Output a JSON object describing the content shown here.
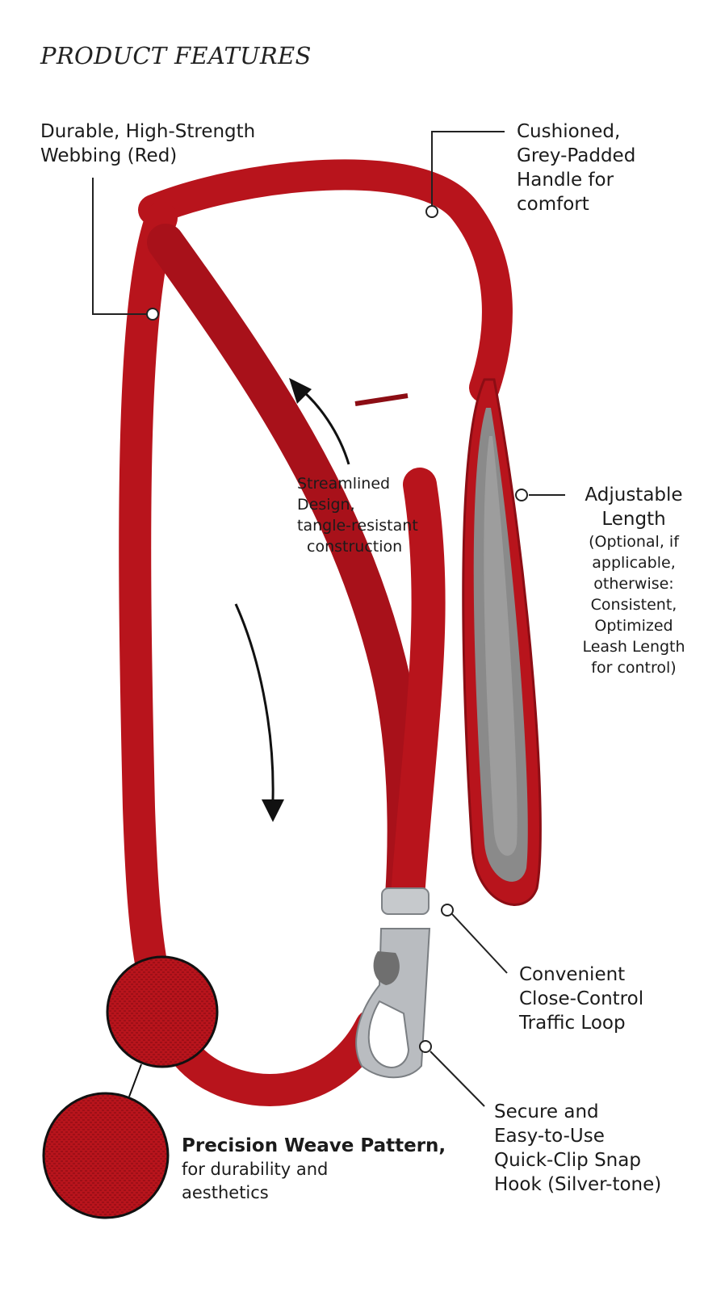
{
  "header": {
    "title": "PRODUCT FEATURES"
  },
  "callouts": {
    "webbing": {
      "lines": [
        "Durable, High-Strength",
        "Webbing (Red)"
      ]
    },
    "handle": {
      "lines": [
        "Cushioned,",
        "Grey-Padded",
        "Handle for",
        "comfort"
      ]
    },
    "design": {
      "lines": [
        "Streamlined",
        "Design,",
        "tangle-resistant",
        "construction"
      ]
    },
    "length": {
      "title_lines": [
        "Adjustable",
        "Length"
      ],
      "note_lines": [
        "(Optional, if",
        "applicable,",
        "otherwise:",
        "Consistent,",
        "Optimized",
        "Leash Length",
        "for control)"
      ]
    },
    "traffic_loop": {
      "lines": [
        "Convenient",
        "Close-Control",
        "Traffic Loop"
      ]
    },
    "snap_hook": {
      "lines": [
        "Secure and",
        "Easy-to-Use",
        "Quick-Clip Snap",
        "Hook (Silver-tone)"
      ]
    },
    "weave": {
      "heading": "Precision Weave Pattern,",
      "lines": [
        "for durability and",
        "aesthetics"
      ]
    }
  },
  "colors": {
    "webbing": "#b8141c",
    "webbing_shadow": "#8c0d14",
    "padding": "#8a8a8a",
    "metal": "#b9bcc0",
    "leader_line": "#222222"
  }
}
